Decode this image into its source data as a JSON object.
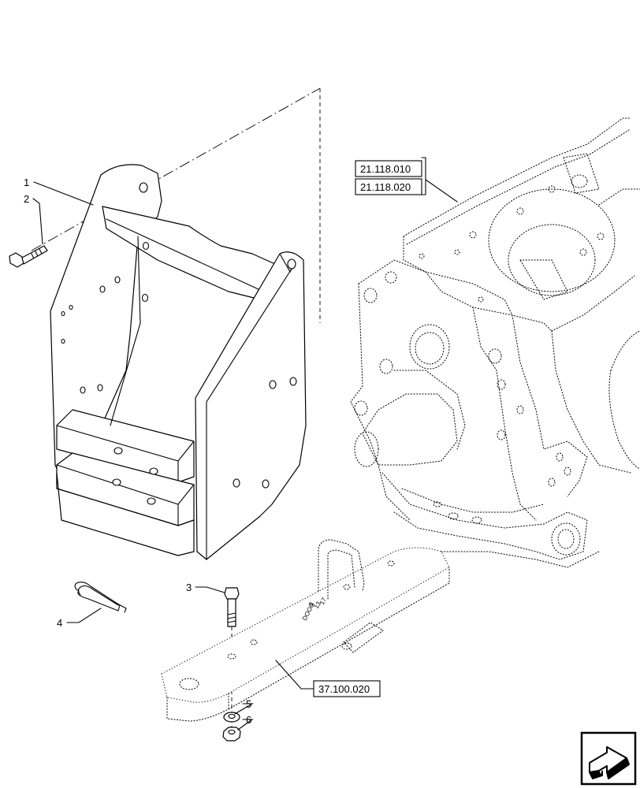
{
  "callouts": [
    {
      "id": "1",
      "label": "1"
    },
    {
      "id": "2",
      "label": "2"
    },
    {
      "id": "3",
      "label": "3"
    },
    {
      "id": "4",
      "label": "4"
    },
    {
      "id": "5",
      "label": "5"
    },
    {
      "id": "6",
      "label": "6"
    }
  ],
  "reference_boxes": [
    {
      "label": "21.118.010"
    },
    {
      "label": "21.118.020"
    },
    {
      "label": "37.100.020"
    }
  ],
  "drawbar_stamp": [
    "DOOG",
    "9",
    "13",
    "17"
  ],
  "nav_icon": "next-page-arrow-icon"
}
